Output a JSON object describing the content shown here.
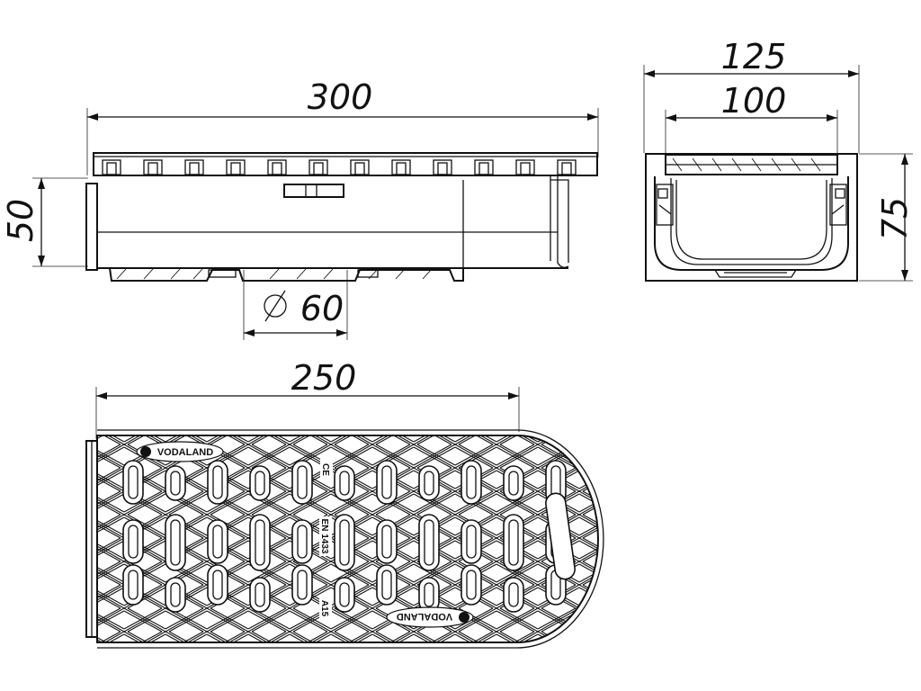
{
  "dimensions": {
    "length_total": "300",
    "height": "50",
    "outlet_diameter": "60",
    "width_outer": "125",
    "width_inner": "100",
    "height_side": "75",
    "grate_length": "250"
  },
  "grate_marks": {
    "brand_top": "VODALAND",
    "brand_bottom": "VODALAND",
    "ce": "CE",
    "standard": "EN 1433",
    "load_class": "A15"
  },
  "colors": {
    "line": "#111111",
    "background": "#ffffff"
  }
}
